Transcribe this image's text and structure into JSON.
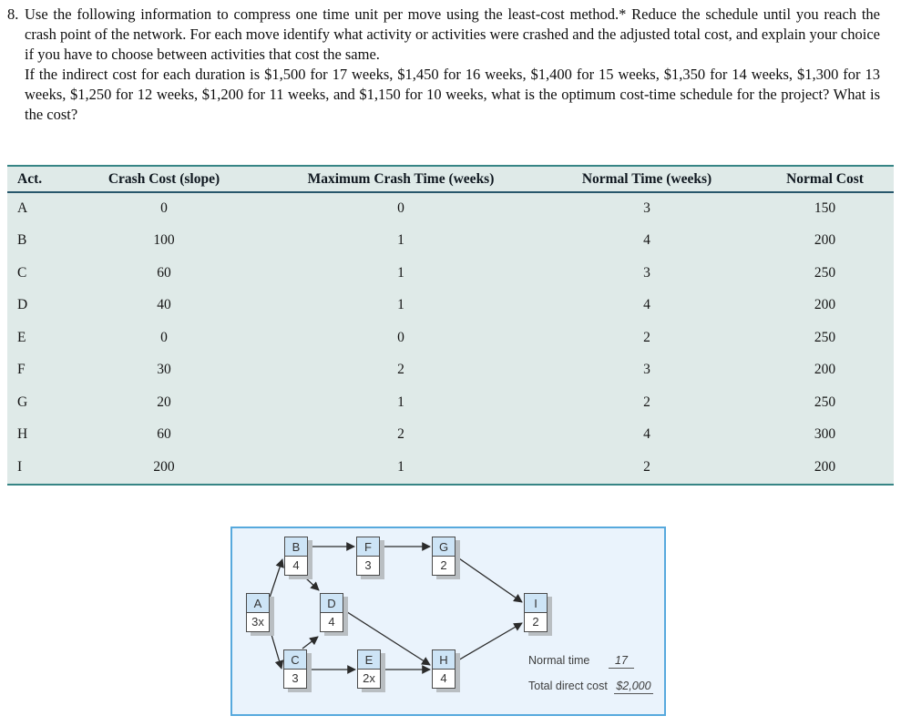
{
  "problem": {
    "number": "8.",
    "para1": "Use the following information to compress one time unit per move using the least-cost method.* Reduce the schedule until you reach the crash point of the network. For each move identify what activity or activities were crashed and the adjusted total cost, and explain your choice if you have to choose between activities that cost the same.",
    "para2": "If the indirect cost for each duration is $1,500 for 17 weeks, $1,450 for 16 weeks, $1,400 for 15 weeks, $1,350 for 14 weeks, $1,300 for 13 weeks, $1,250 for 12 weeks, $1,200 for 11 weeks, and $1,150 for 10 weeks, what is the optimum cost-time schedule for the project? What is the cost?"
  },
  "table": {
    "headers": [
      "Act.",
      "Crash Cost (slope)",
      "Maximum Crash Time (weeks)",
      "Normal Time (weeks)",
      "Normal Cost"
    ],
    "rows": [
      {
        "act": "A",
        "crash_cost": "0",
        "max_crash_time": "0",
        "normal_time": "3",
        "normal_cost": "150"
      },
      {
        "act": "B",
        "crash_cost": "100",
        "max_crash_time": "1",
        "normal_time": "4",
        "normal_cost": "200"
      },
      {
        "act": "C",
        "crash_cost": "60",
        "max_crash_time": "1",
        "normal_time": "3",
        "normal_cost": "250"
      },
      {
        "act": "D",
        "crash_cost": "40",
        "max_crash_time": "1",
        "normal_time": "4",
        "normal_cost": "200"
      },
      {
        "act": "E",
        "crash_cost": "0",
        "max_crash_time": "0",
        "normal_time": "2",
        "normal_cost": "250"
      },
      {
        "act": "F",
        "crash_cost": "30",
        "max_crash_time": "2",
        "normal_time": "3",
        "normal_cost": "200"
      },
      {
        "act": "G",
        "crash_cost": "20",
        "max_crash_time": "1",
        "normal_time": "2",
        "normal_cost": "250"
      },
      {
        "act": "H",
        "crash_cost": "60",
        "max_crash_time": "2",
        "normal_time": "4",
        "normal_cost": "300"
      },
      {
        "act": "I",
        "crash_cost": "200",
        "max_crash_time": "1",
        "normal_time": "2",
        "normal_cost": "200"
      }
    ]
  },
  "diagram": {
    "nodes": [
      {
        "id": "A",
        "duration": "3x"
      },
      {
        "id": "B",
        "duration": "4"
      },
      {
        "id": "C",
        "duration": "3"
      },
      {
        "id": "D",
        "duration": "4"
      },
      {
        "id": "E",
        "duration": "2x"
      },
      {
        "id": "F",
        "duration": "3"
      },
      {
        "id": "G",
        "duration": "2"
      },
      {
        "id": "H",
        "duration": "4"
      },
      {
        "id": "I",
        "duration": "2"
      }
    ],
    "edges": [
      "A-B",
      "A-C",
      "B-F",
      "B-D",
      "C-D",
      "C-E",
      "F-G",
      "E-H",
      "D-H",
      "G-I",
      "H-I"
    ],
    "legend": {
      "normal_time_label": "Normal time",
      "normal_time_value": "17",
      "total_direct_cost_label": "Total direct cost",
      "total_direct_cost_value": "$2,000"
    }
  },
  "colors": {
    "table_background": "#dfeae8",
    "table_rule_outer": "#368585",
    "table_rule_header": "#27576b",
    "diagram_background": "#eaf3fc",
    "diagram_border": "#57a9dd",
    "node_letter_fill": "#cde4f6",
    "node_shadow": "#b9bec2"
  }
}
